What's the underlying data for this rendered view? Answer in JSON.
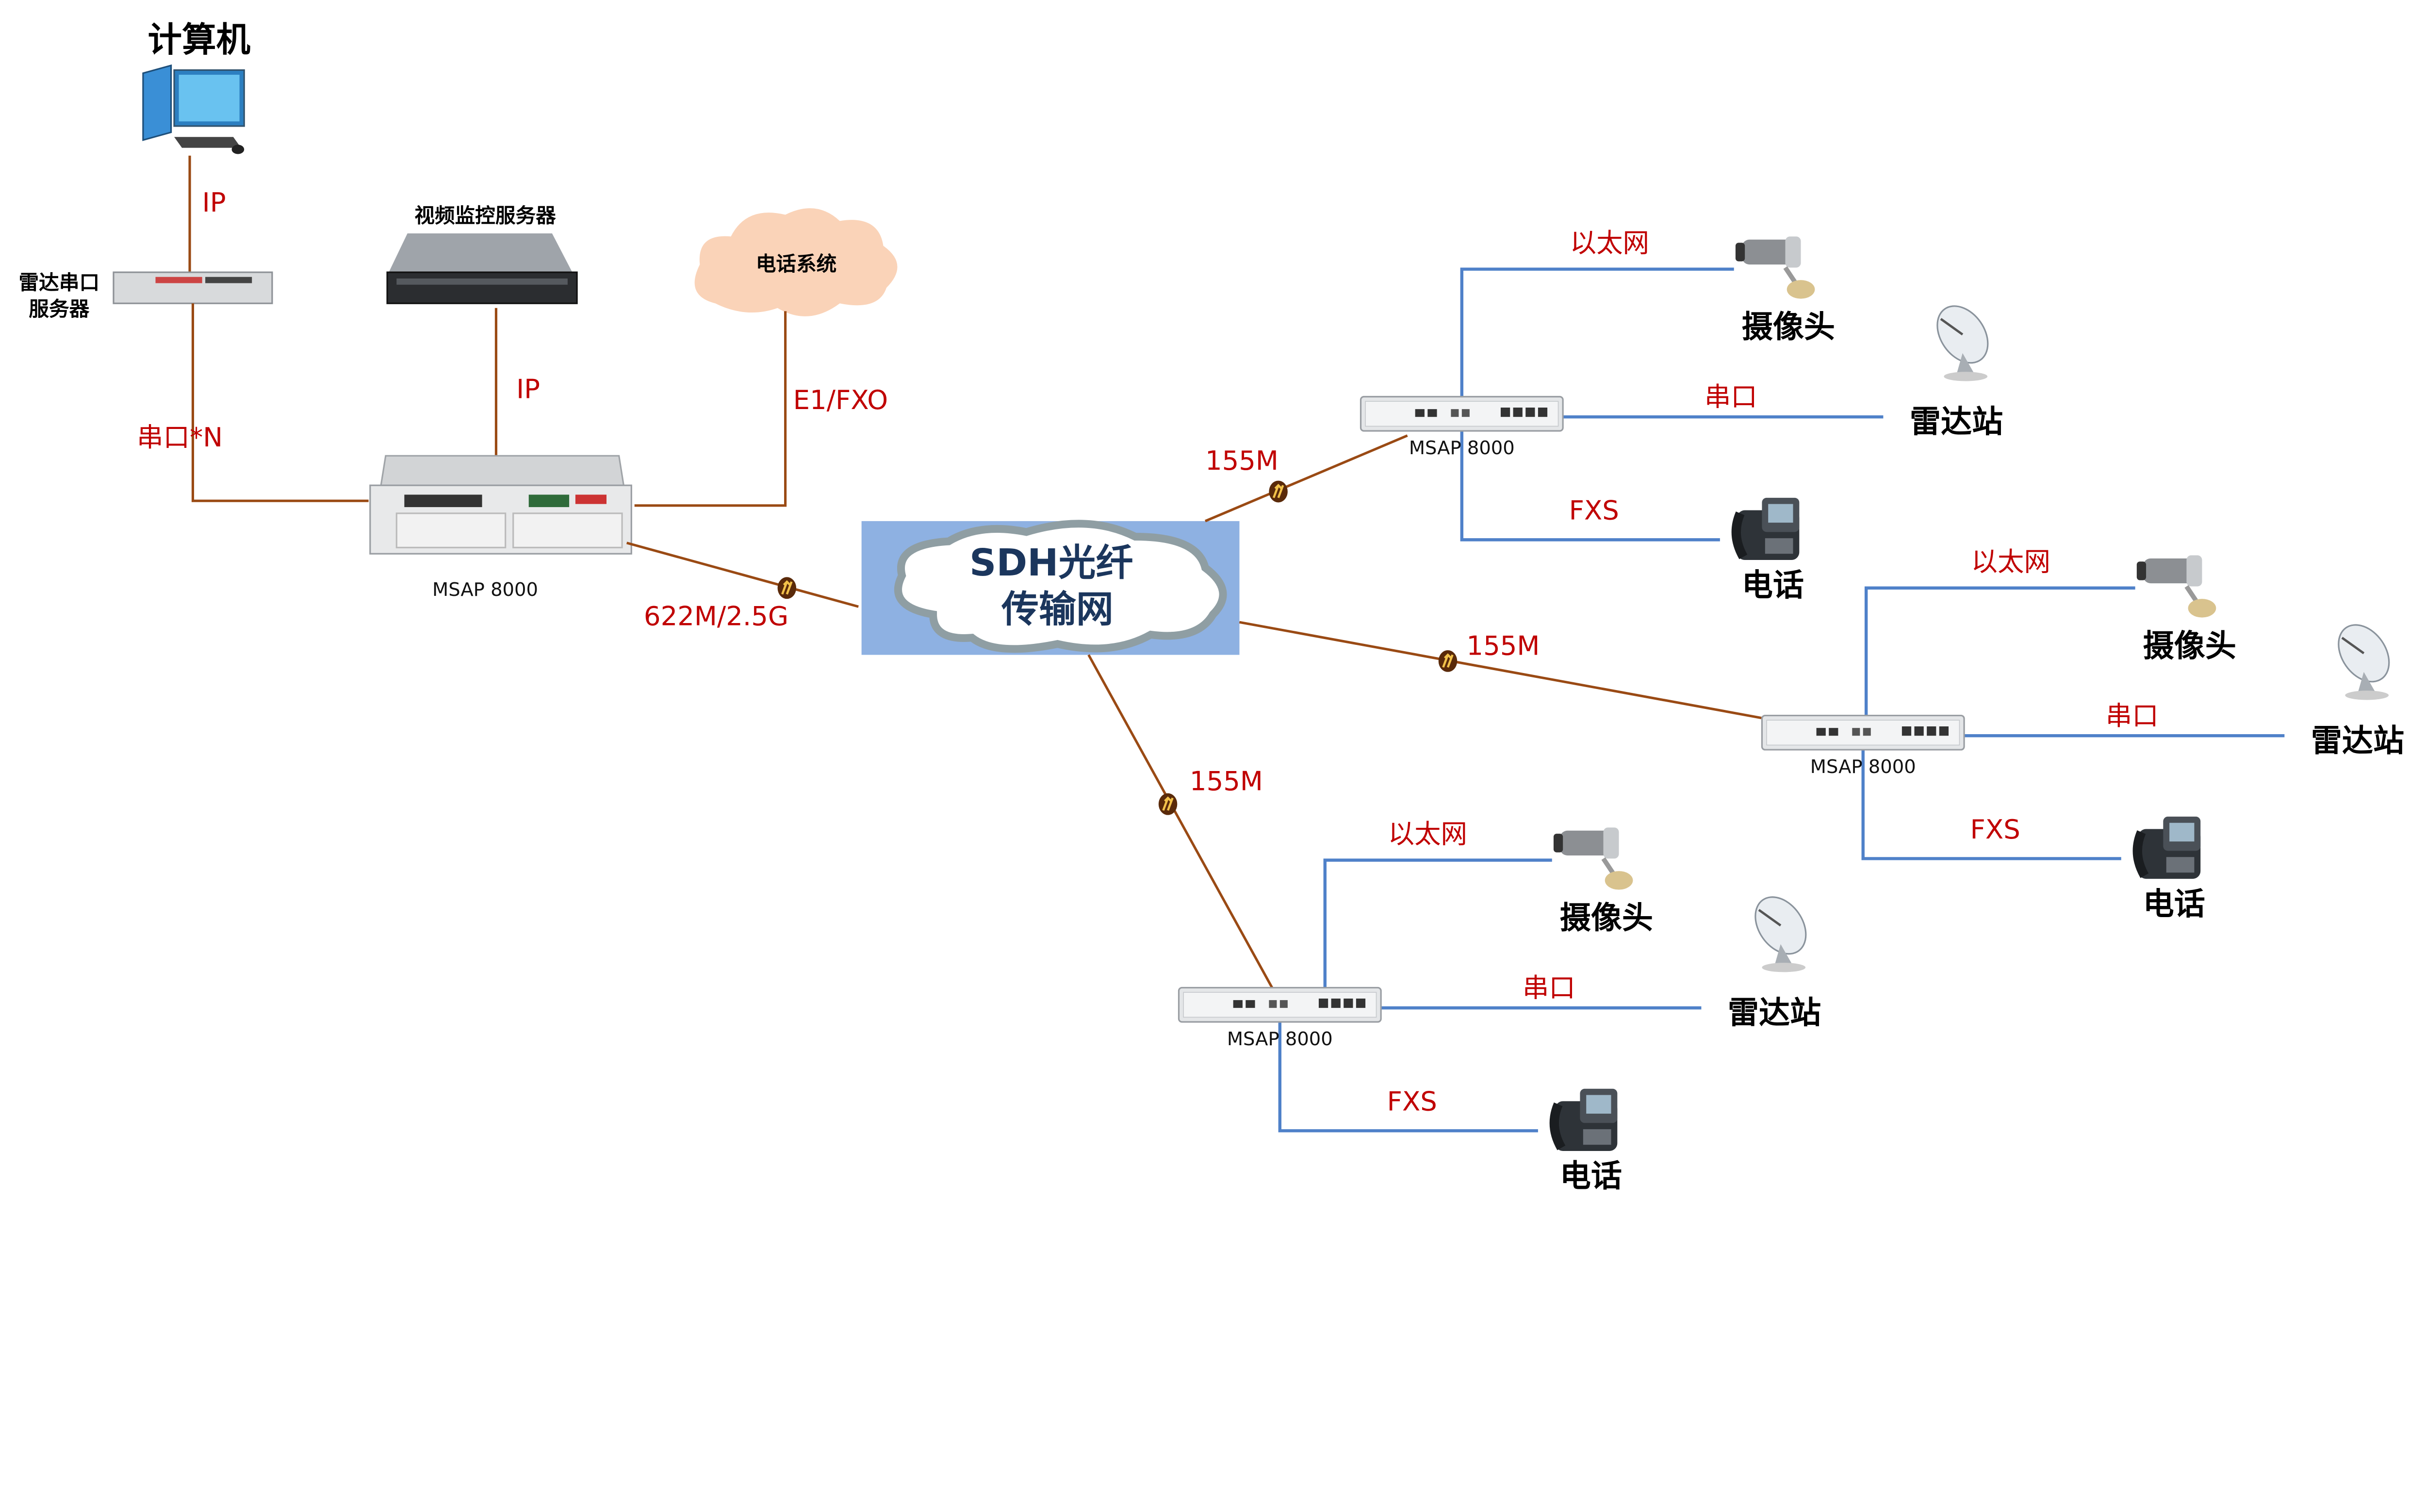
{
  "central": {
    "computer": "计算机",
    "radar_serial_server": [
      "雷达串口",
      "服务器"
    ],
    "video_server": "视频监控服务器",
    "phone_system": "电话系统",
    "msap_label": "MSAP 8000",
    "link_computer": "IP",
    "link_serial": "串口*N",
    "link_video": "IP",
    "link_phone": "E1/FXO",
    "link_backbone": "622M/2.5G"
  },
  "sdh": {
    "line1": "SDH光纤",
    "line2": "传输网"
  },
  "sites": [
    {
      "link": "155M",
      "msap_label": "MSAP 8000",
      "ethernet": "以太网",
      "camera": "摄像头",
      "serial": "串口",
      "radar": "雷达站",
      "fxs": "FXS",
      "phone": "电话"
    },
    {
      "link": "155M",
      "msap_label": "MSAP 8000",
      "ethernet": "以太网",
      "camera": "摄像头",
      "serial": "串口",
      "radar": "雷达站",
      "fxs": "FXS",
      "phone": "电话"
    },
    {
      "link": "155M",
      "msap_label": "MSAP 8000",
      "ethernet": "以太网",
      "camera": "摄像头",
      "serial": "串口",
      "radar": "雷达站",
      "fxs": "FXS",
      "phone": "电话"
    }
  ],
  "colors": {
    "fiber_link": "#9A4A14",
    "access_link": "#4F81C9",
    "label_red": "#C00000",
    "sdh_bg": "#8EB1E2",
    "sdh_text": "#1B365D",
    "phone_cloud": "#FAD3B8"
  }
}
